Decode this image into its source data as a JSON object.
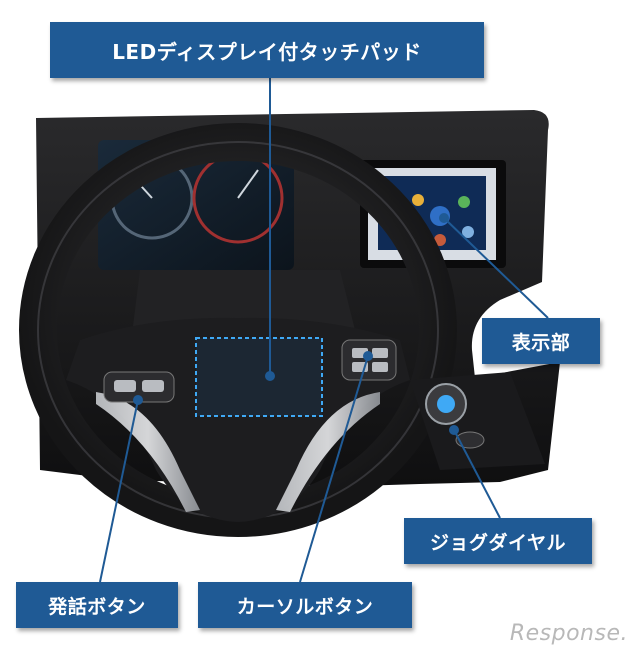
{
  "labels": {
    "touchpad": "LEDディスプレイ付タッチパッド",
    "display": "表示部",
    "jog_dial": "ジョグダイヤル",
    "talk_button": "発話ボタン",
    "cursor_button": "カーソルボタン"
  },
  "watermark": "Response.",
  "colors": {
    "label_bg": "#1f5a95",
    "callout_line": "#1f5a95",
    "dashed_highlight": "#3fa9f5",
    "dashboard": "#1b1b1d"
  }
}
